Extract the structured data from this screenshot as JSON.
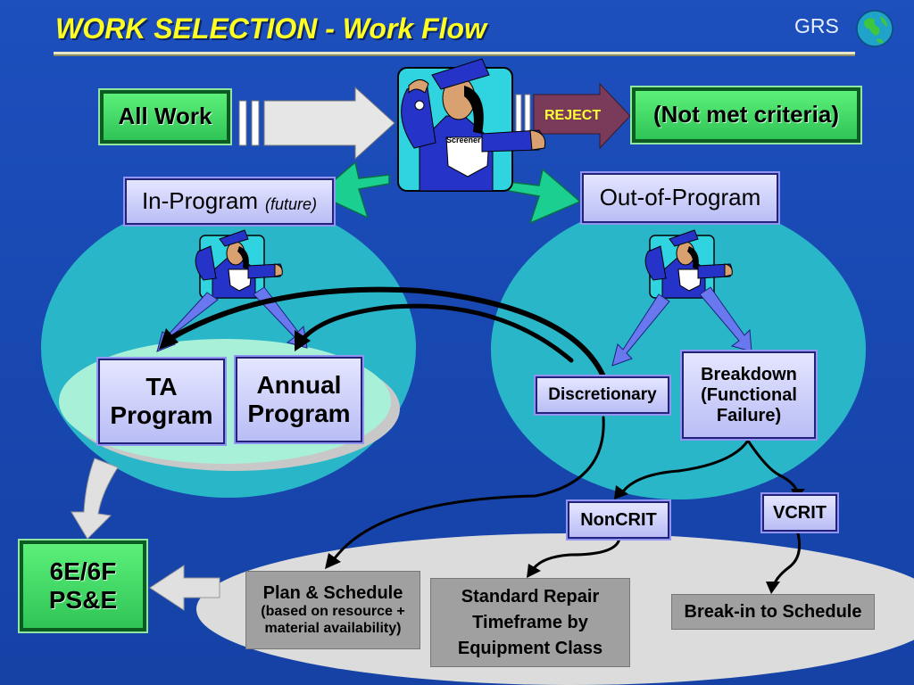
{
  "title": "WORK SELECTION - Work Flow",
  "brand": {
    "name": "GRS"
  },
  "nodes": {
    "all_work": "All Work",
    "not_met": "(Not met criteria)",
    "reject": "REJECT",
    "screener": "Screener",
    "in_program": {
      "main": "In-Program",
      "note": "(future)"
    },
    "out_program": "Out-of-Program",
    "ta_program": [
      "TA",
      "Program"
    ],
    "annual_program": [
      "Annual",
      "Program"
    ],
    "discretionary": "Discretionary",
    "breakdown": [
      "Breakdown",
      "(Functional",
      "Failure)"
    ],
    "noncrit": "NonCRIT",
    "vcrit": "VCRIT",
    "ps_e": [
      "6E/6F",
      "PS&E"
    ],
    "plan_schedule": {
      "main": "Plan & Schedule",
      "sub": [
        "(based on resource +",
        "material availability)"
      ]
    },
    "standard_repair": [
      "Standard Repair",
      "Timeframe by",
      "Equipment Class"
    ],
    "break_in": "Break-in to Schedule"
  },
  "colors": {
    "background": "#1a47b0",
    "title": "#ffff22",
    "green_box": "#3fd865",
    "lavender_box": "#d4d6ff",
    "grey_box": "#a0a0a0",
    "teal_ellipse": "#2ab6c9",
    "light_ellipse": "#a8f0d8",
    "bottom_ellipse": "#dcdcdc",
    "reject_arrow": "#7a3a5a"
  }
}
